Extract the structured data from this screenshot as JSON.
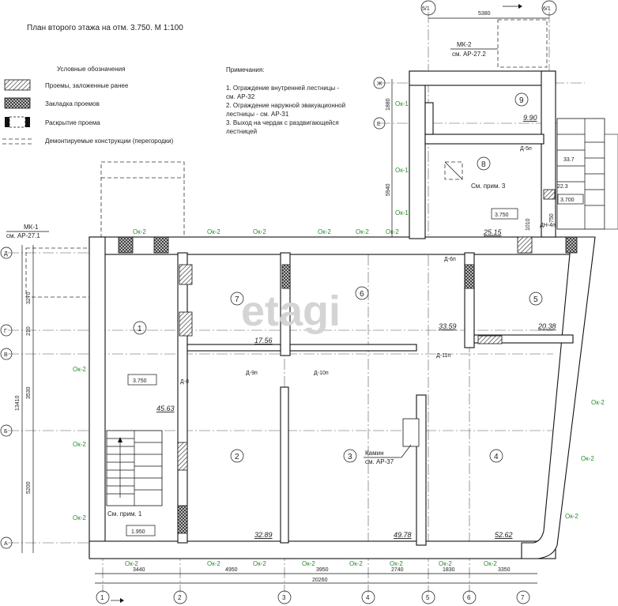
{
  "title": "План второго этажа на отм. 3.750. М 1:100",
  "legend": {
    "heading": "Условные обозначения",
    "items": [
      {
        "label": "Проемы, заложенные ранее",
        "icon": "diagonal-hatch-swatch-icon"
      },
      {
        "label": "Закладка проемов",
        "icon": "cross-hatch-swatch-icon"
      },
      {
        "label": "Раскрытие проема",
        "icon": "opening-swatch-icon"
      },
      {
        "label": "Демонтируемые конструкции (перегородки)",
        "icon": "dashed-line-swatch-icon"
      }
    ]
  },
  "notes": {
    "heading": "Примечания:",
    "lines": [
      "1. Ограждение внутренней лестницы -",
      "см. АР-32",
      "2. Ограждение наружной эвакуационной",
      "лестницы - см. АР-31",
      "3. Выход на чердак с раздвигающейся",
      "лестницей"
    ]
  },
  "callouts": {
    "mk1_a": "МК-1",
    "mk1_b": "см. АР-27.1",
    "mk2_a": "МК-2",
    "mk2_b": "см. АР-27.2",
    "note1": "См. прим. 1",
    "note3": "См. прим. 3",
    "fireplace_a": "Камин",
    "fireplace_b": "см. АР-37"
  },
  "rooms": [
    {
      "number": "1",
      "area": "45.63"
    },
    {
      "number": "2",
      "area": "32.89"
    },
    {
      "number": "3",
      "area": "49.78"
    },
    {
      "number": "4",
      "area": "52.62"
    },
    {
      "number": "5",
      "area": "20.38"
    },
    {
      "number": "6",
      "area": "33.59"
    },
    {
      "number": "7",
      "area": "17.56"
    },
    {
      "number": "8",
      "area": "25.15"
    },
    {
      "number": "9",
      "area": "9.90"
    }
  ],
  "extra_areas": [
    "33.7",
    "22.3"
  ],
  "levels": [
    "3.750",
    "1.950",
    "3.750",
    "3.700"
  ],
  "doors": [
    "Д-8",
    "Д-9п",
    "Д-10п",
    "Д-11п",
    "Д-6п",
    "Д-5п",
    "ДН-4п"
  ],
  "window_label": "Ок-2",
  "window_label_alt": "Ок-1",
  "bottom_dims": [
    "3440",
    "4950",
    "3950",
    "2740",
    "1830",
    "3350"
  ],
  "total_width": "20260",
  "top_dim": "5380",
  "left_dims": [
    "3270",
    "210",
    "3530",
    "5200"
  ],
  "left_total": "13410",
  "right_dims": [
    "1880",
    "5940",
    "1010",
    "750"
  ],
  "axes_bottom": [
    "1",
    "2",
    "3",
    "4",
    "5",
    "6",
    "7"
  ],
  "axes_top": [
    "5/1",
    "6/1"
  ],
  "axes_left": [
    "A",
    "Б",
    "В",
    "Г",
    "Д"
  ],
  "axes_right_top": [
    "Ж",
    "Е"
  ],
  "watermark": "etagi"
}
